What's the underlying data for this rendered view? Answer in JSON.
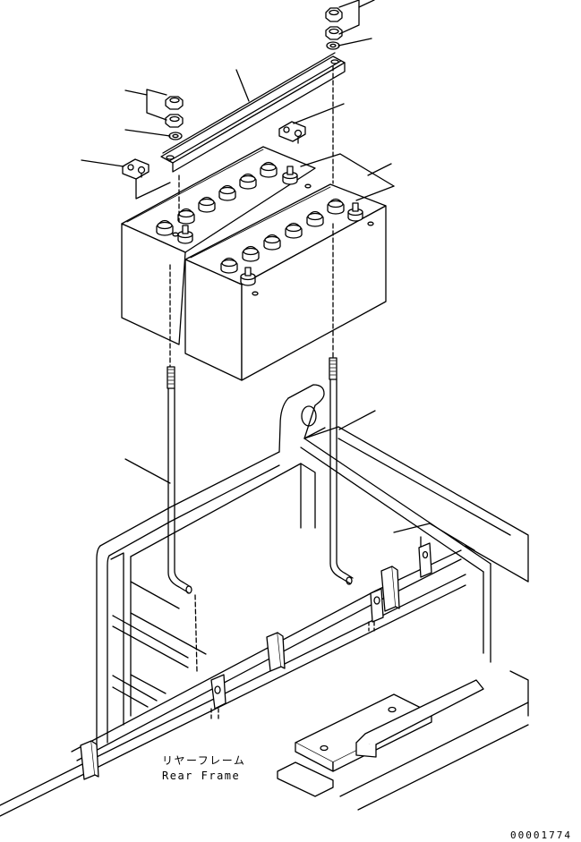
{
  "diagram": {
    "label_jp": "リヤーフレーム",
    "label_en": "Rear Frame",
    "drawing_number": "00001774",
    "line_color": "#000000",
    "background_color": "#ffffff"
  }
}
